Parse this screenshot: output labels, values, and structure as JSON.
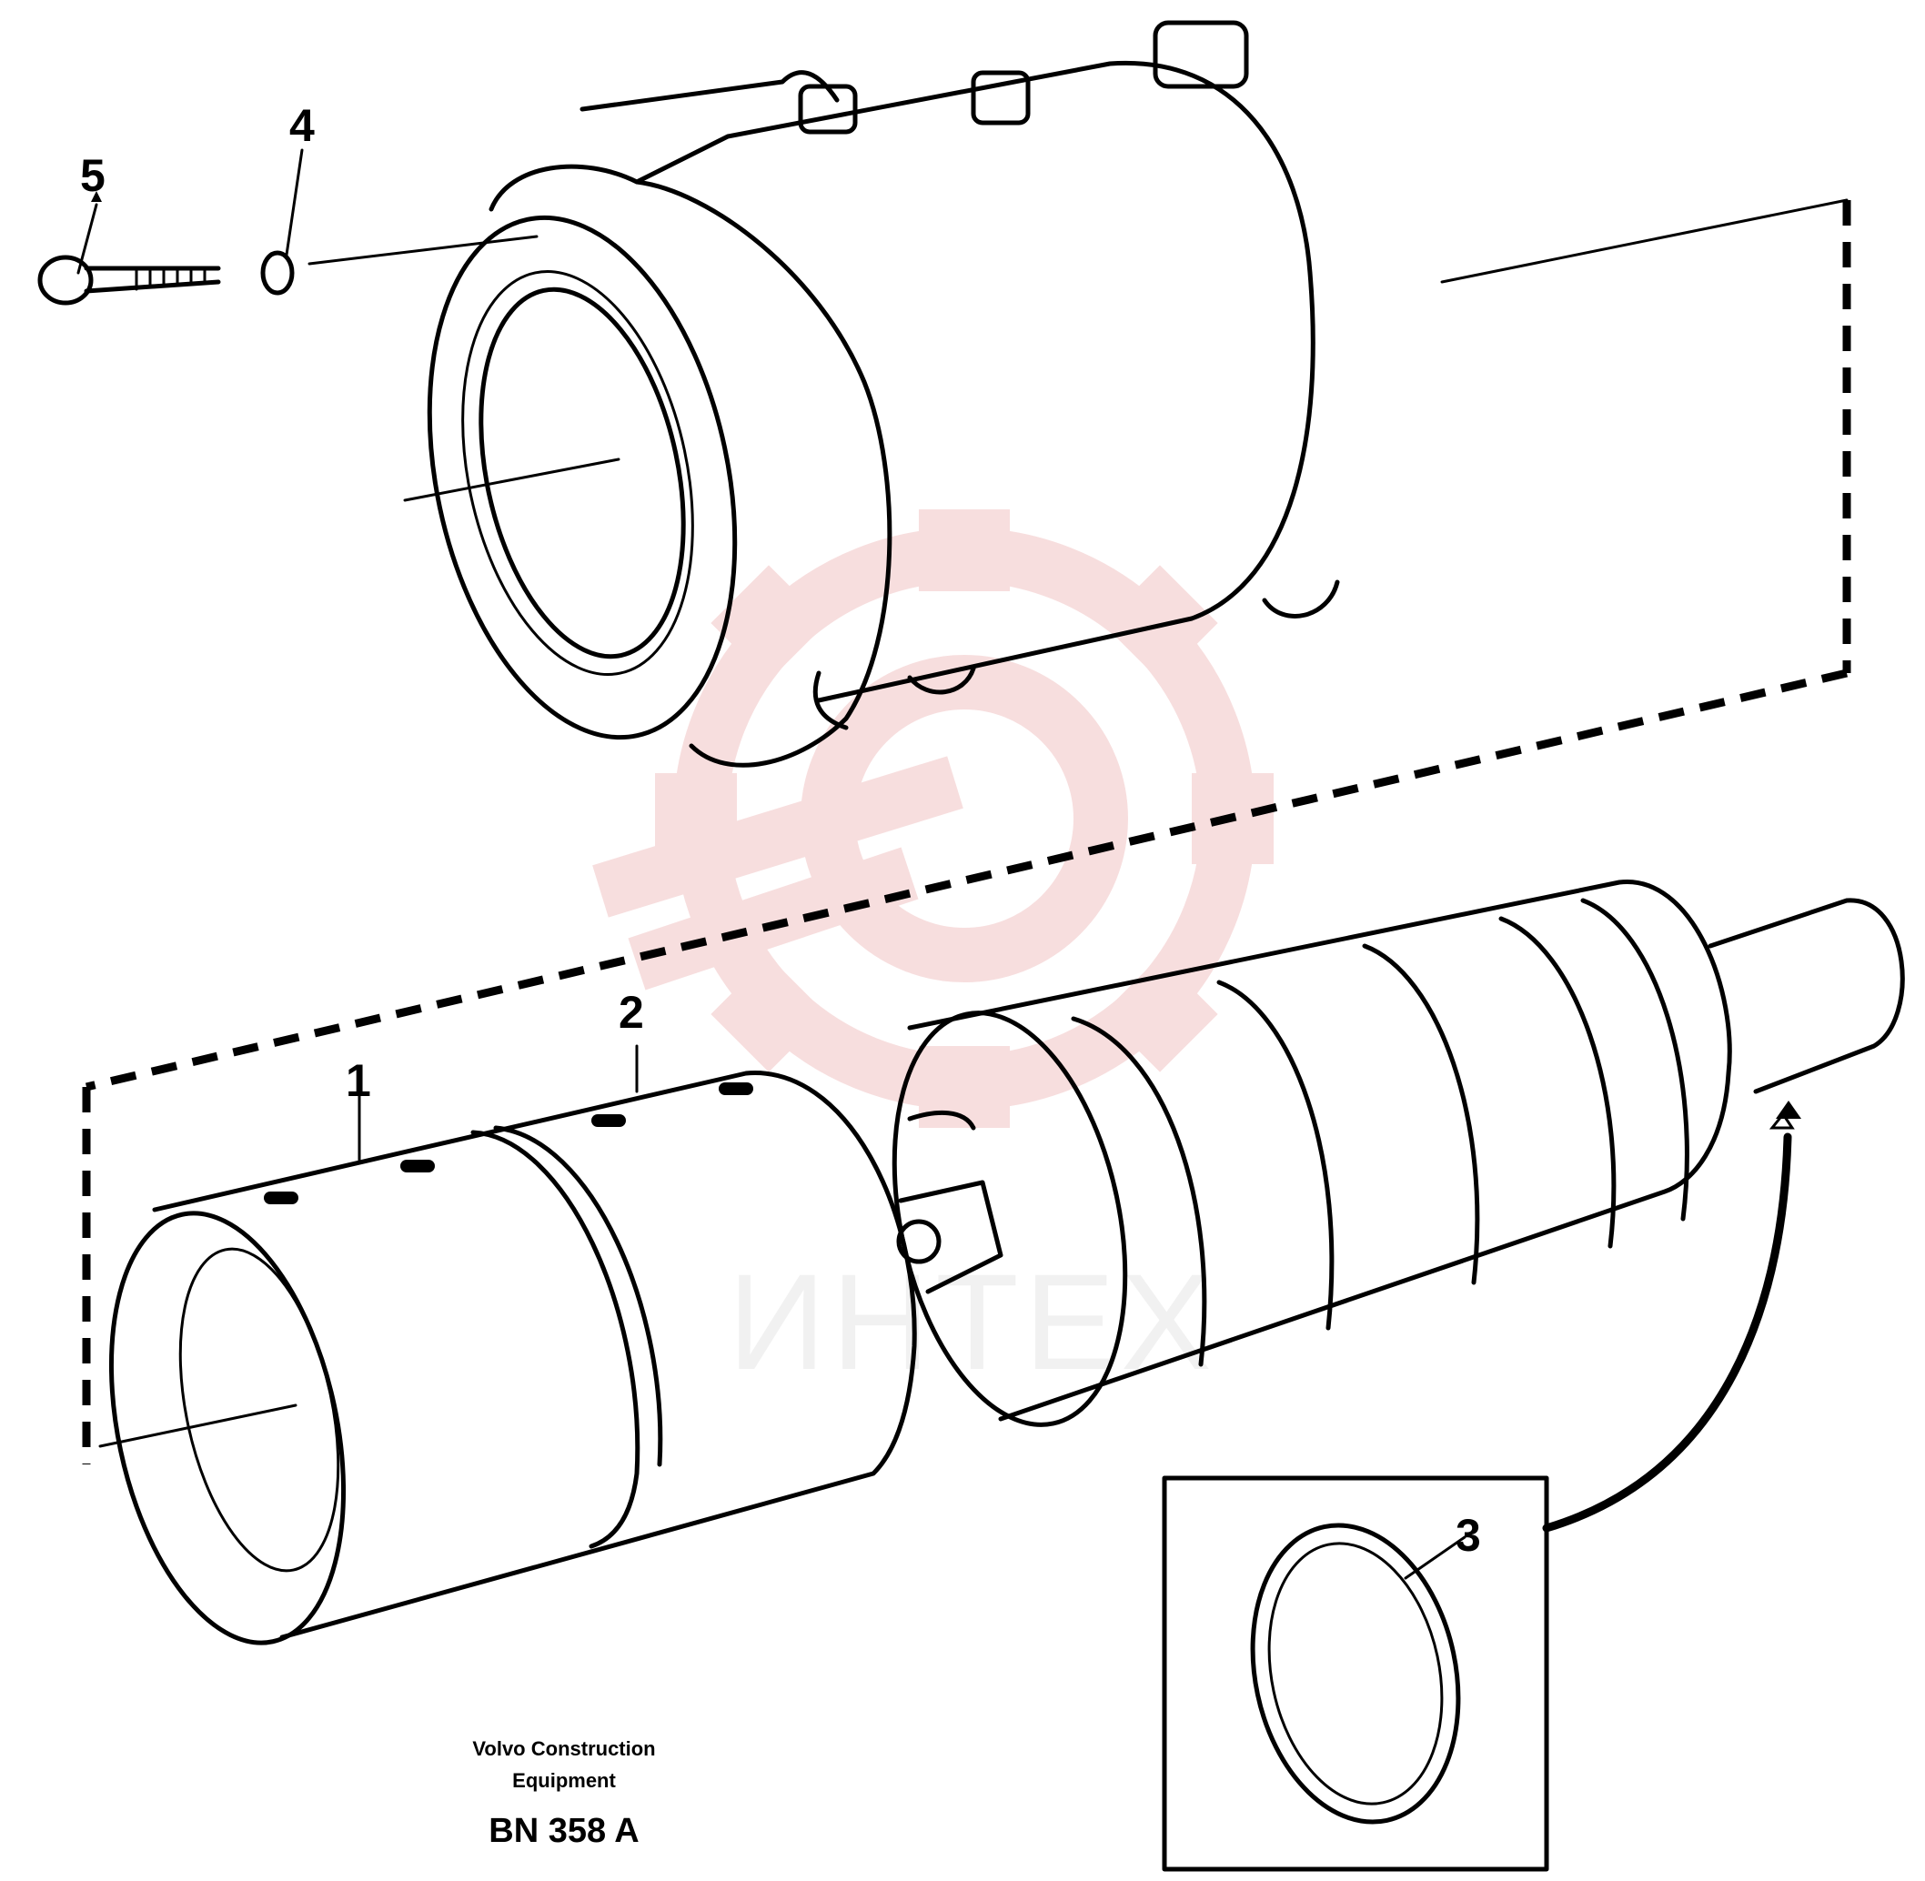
{
  "callouts": {
    "c1": "1",
    "c2": "2",
    "c3": "3",
    "c4": "4",
    "c5": "5"
  },
  "caption": {
    "line1": "Volvo Construction",
    "line2": "Equipment",
    "ref": "BN 358 A"
  },
  "watermark": {
    "text": "ИНТЕХ",
    "color": "#e8a0a0"
  }
}
